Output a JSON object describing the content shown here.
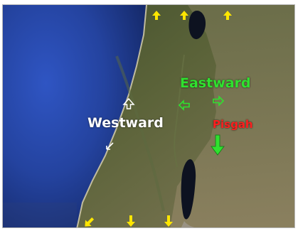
{
  "map": {
    "labels": {
      "westward": "Westward",
      "eastward": "Eastward",
      "pisgah": "Pisgah"
    },
    "colors": {
      "westward": "#ffffff",
      "eastward": "#2fe12f",
      "pisgah": "#ff1e1e",
      "arrow_yellow": "#ffe600",
      "arrow_white": "#ffffff",
      "arrow_green": "#2fe12f",
      "sea": "#1f3a8f",
      "land": "#4f5a33",
      "desert": "#7f7757",
      "lake": "#0d1220"
    },
    "icons": {
      "north_arrows": "up-arrow-icon",
      "south_arrows": "down-arrow-icon",
      "east_arrow": "right-arrow-icon",
      "west_arrow": "left-arrow-icon",
      "pisgah_arrow": "down-arrow-icon"
    }
  }
}
